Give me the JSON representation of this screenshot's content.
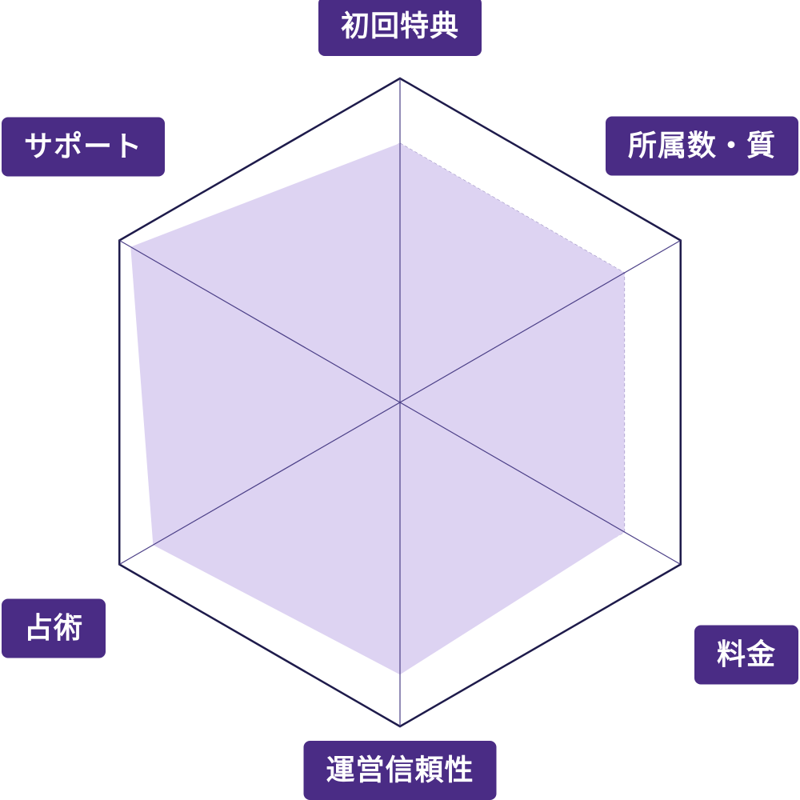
{
  "colors": {
    "label_bg": "#4a2c85",
    "label_text": "#ffffff",
    "frame": "#1e1b4b",
    "area_fill": "#ddd3f2",
    "grid": "#8b7fb6"
  },
  "chart_data": {
    "type": "radar",
    "axes": [
      "初回特典",
      "所属数・質",
      "料金",
      "運営信頼性",
      "占術",
      "サポート"
    ],
    "range": [
      0,
      5
    ],
    "grid_levels": 5,
    "series": [
      {
        "values": [
          4,
          4,
          4,
          4.2,
          4.4,
          4.8
        ]
      }
    ]
  }
}
